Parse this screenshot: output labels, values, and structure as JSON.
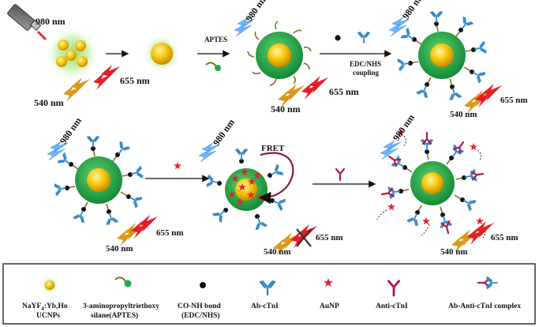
{
  "labels": {
    "nm980": "980 nm",
    "nm655": "655 nm",
    "nm540": "540 nm",
    "apts": "APTES",
    "edc_line1": "EDC/NHS",
    "edc_line2": "coupling",
    "fret": "FRET"
  },
  "legend": {
    "ucnp_line1": "NaYF",
    "ucnp_sub": "4",
    "ucnp_rest": ":Yb,Ho",
    "ucnp_line2": "UCNPs",
    "aptes_line1": "3-aminopropyltriethoxy",
    "aptes_line2": "silane(APTES)",
    "bond_line1": "CO-NH bond",
    "bond_line2": "(EDC/NHS)",
    "abctni": "Ab-cTnI",
    "aunp": "AuNP",
    "anticTnI": "Anti-cTnI",
    "complex": "Ab-Anti-cTnI  complex"
  },
  "colors": {
    "core": "#f2b705",
    "shell": "#1fae4a",
    "antibody": "#2f86c8",
    "anti": "#b0184a",
    "star": "#e0262a",
    "green_glow": "#a8e38a",
    "red_bolt": "#e41e26",
    "yellow_bolt": "#d99a1c",
    "blue_bolt": "#6bb6ff"
  }
}
